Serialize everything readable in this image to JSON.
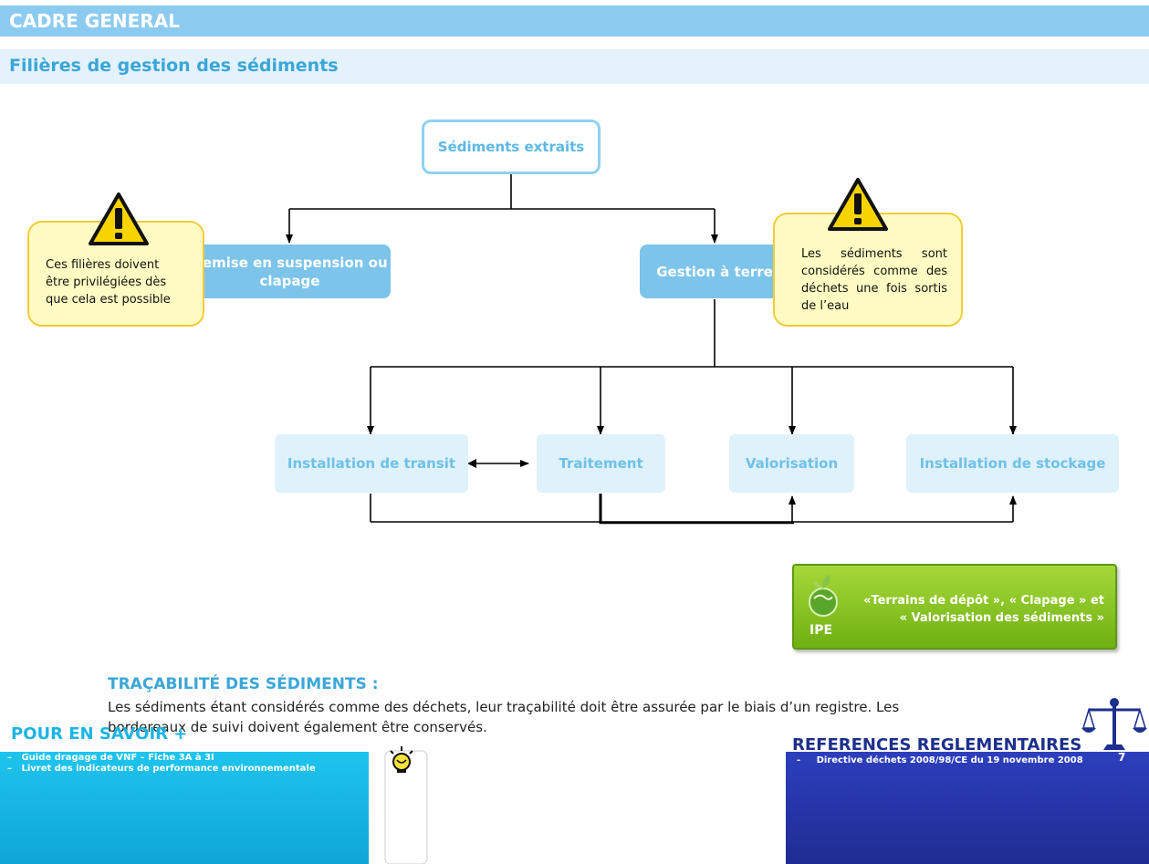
{
  "header": {
    "section_title": "CADRE GENERAL",
    "page_title": "Filières de gestion des sédiments"
  },
  "diagram": {
    "root": "Sédiments extraits",
    "branch_left": "Remise en suspension ou clapage",
    "branch_right": "Gestion à terre",
    "outcomes": [
      "Installation de transit",
      "Traitement",
      "Valorisation",
      "Installation de stockage"
    ],
    "note_left": "Ces filières doivent être privilégiées dès que cela est possible",
    "note_right": "Les sédiments sont considérés comme des déchets une fois sortis de l’eau"
  },
  "ipe": {
    "label": "IPE",
    "line1": "«Terrains de dépôt », « Clapage » et",
    "line2": "« Valorisation des sédiments »"
  },
  "traceability": {
    "title": "TRAÇABILITÉ DES SÉDIMENTS :",
    "line1": "Les sédiments étant considérés comme des déchets, leur traçabilité doit être assurée par le biais d’un registre. Les",
    "line2": "bordereaux de suivi doivent également être conservés."
  },
  "more_info": {
    "title": "POUR EN SAVOIR +",
    "items": [
      "Guide dragage de VNF – Fiche 3A à 3I",
      "Livret des indicateurs de performance environnementale"
    ]
  },
  "references": {
    "title": "REFERENCES REGLEMENTAIRES",
    "items": [
      "Directive déchets 2008/98/CE du 19 novembre 2008"
    ]
  },
  "page_number": "7",
  "colors": {
    "header_bg": "#8ccbf0",
    "title_blue": "#3aa6d8",
    "node_blue": "#7cc4ea",
    "node_light": "#dff1fb",
    "note_yellow": "#fffbc2",
    "ipe_green": "#8cc63f",
    "more_info_cyan": "#1cb5e4",
    "references_navy": "#1f2c92"
  },
  "icons": {
    "warning": "warning-triangle-icon",
    "ipe": "globe-leaf-icon",
    "lightbulb": "lightbulb-icon",
    "scales": "scales-of-justice-icon"
  }
}
